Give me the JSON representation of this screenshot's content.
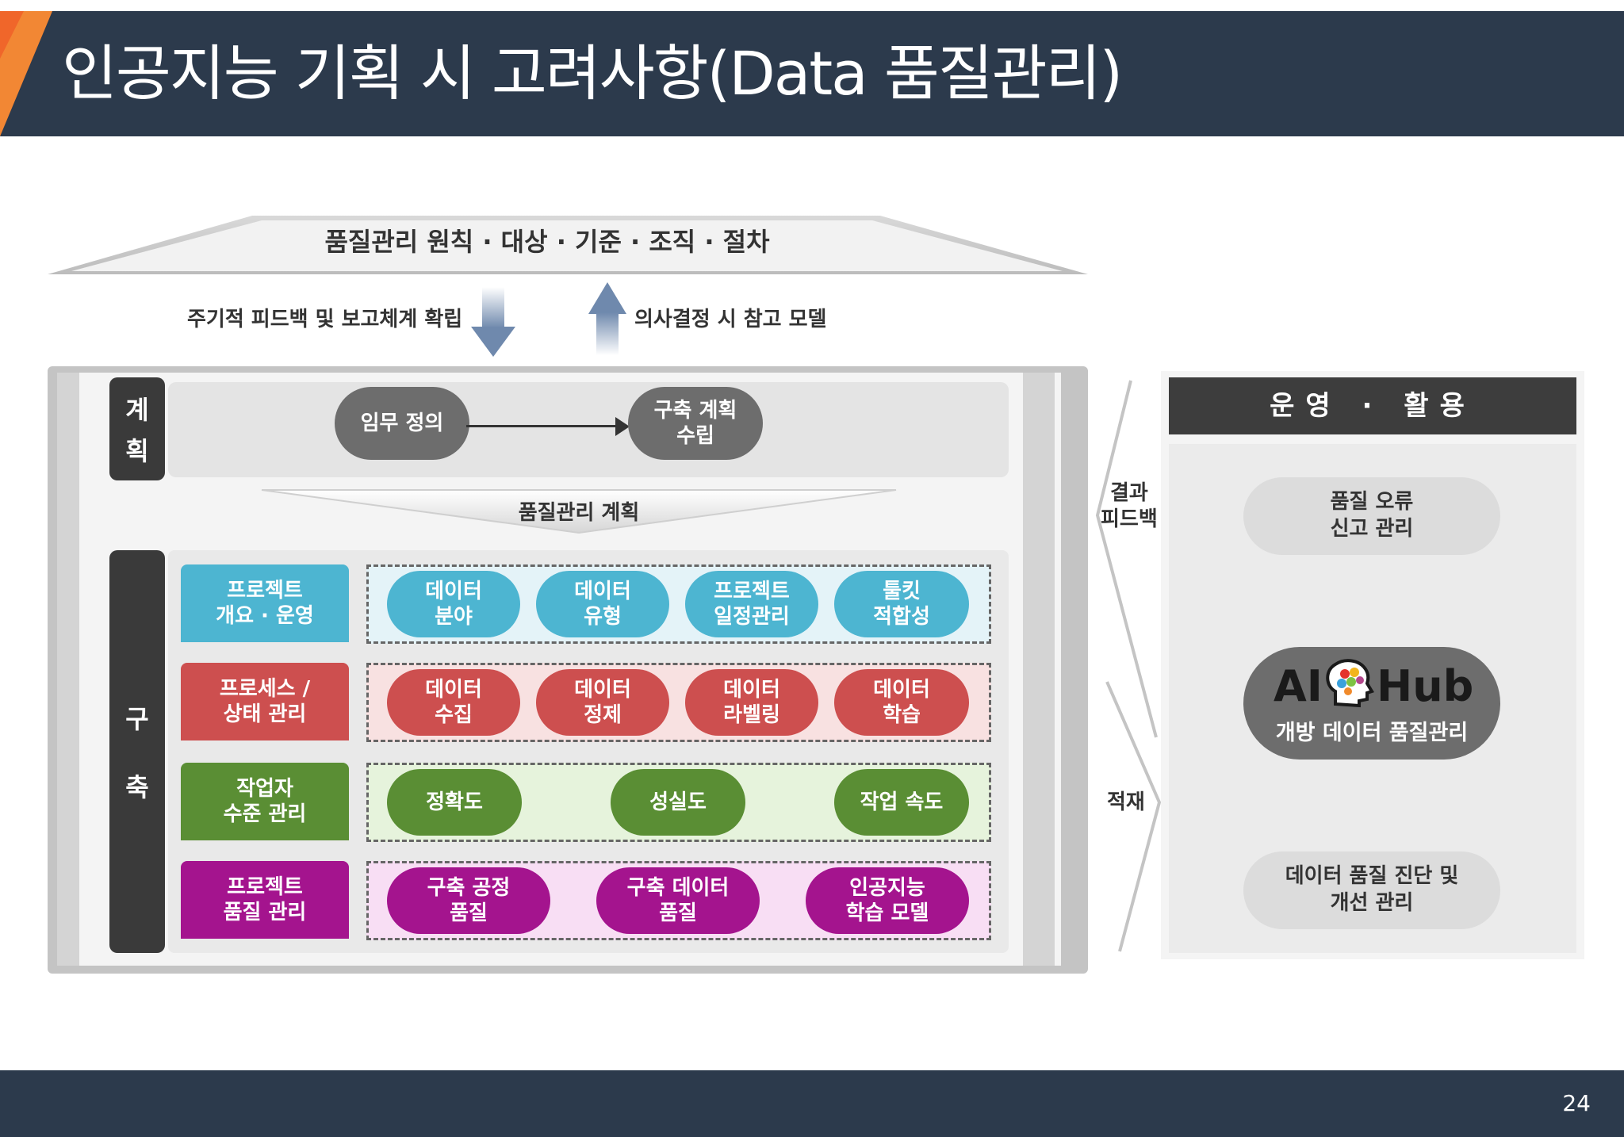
{
  "header": {
    "title": "인공지능 기획 시 고려사항(Data 품질관리)",
    "page_number": "24"
  },
  "colors": {
    "header_bg": "#2c3a4c",
    "accent_orange": "#f0662a",
    "gray_pill": "#6d6d6d",
    "blue": "#4db5d1",
    "red": "#cd4f4f",
    "green": "#5a8e34",
    "magenta": "#a4148e"
  },
  "diagram": {
    "roof": "품질관리 원칙 · 대상 · 기준 · 조직 · 절차",
    "down_arrow_label": "주기적 피드백 및 보고체계 확립",
    "up_arrow_label": "의사결정 시 참고 모델",
    "plan_tab": [
      "계",
      "획"
    ],
    "plan_steps": [
      {
        "line1": "임무 정의",
        "line2": ""
      },
      {
        "line1": "구축 계획",
        "line2": "수립"
      }
    ],
    "quality_plan_label": "품질관리 계획",
    "build_tab": [
      "구",
      "축"
    ],
    "rows": [
      {
        "label_line1": "프로젝트",
        "label_line2": "개요 · 운영",
        "items": [
          {
            "line1": "데이터",
            "line2": "분야"
          },
          {
            "line1": "데이터",
            "line2": "유형"
          },
          {
            "line1": "프로젝트",
            "line2": "일정관리"
          },
          {
            "line1": "툴킷",
            "line2": "적합성"
          }
        ]
      },
      {
        "label_line1": "프로세스 /",
        "label_line2": "상태 관리",
        "items": [
          {
            "line1": "데이터",
            "line2": "수집"
          },
          {
            "line1": "데이터",
            "line2": "정제"
          },
          {
            "line1": "데이터",
            "line2": "라벨링"
          },
          {
            "line1": "데이터",
            "line2": "학습"
          }
        ]
      },
      {
        "label_line1": "작업자",
        "label_line2": "수준 관리",
        "items": [
          {
            "line1": "정확도",
            "line2": ""
          },
          {
            "line1": "성실도",
            "line2": ""
          },
          {
            "line1": "작업 속도",
            "line2": ""
          }
        ]
      },
      {
        "label_line1": "프로젝트",
        "label_line2": "품질 관리",
        "items": [
          {
            "line1": "구축 공정",
            "line2": "품질"
          },
          {
            "line1": "구축 데이터",
            "line2": "품질"
          },
          {
            "line1": "인공지능",
            "line2": "학습 모델"
          }
        ]
      }
    ],
    "result_feedback": [
      "결과",
      "피드백"
    ],
    "accumulate": "적재",
    "operations": {
      "title": "운영 · 활용",
      "top_box": {
        "line1": "품질 오류",
        "line2": "신고 관리"
      },
      "hub_left": "AI",
      "hub_right": "Hub",
      "hub_subtitle": "개방 데이터 품질관리",
      "bottom_box": {
        "line1": "데이터 품질 진단 및",
        "line2": "개선 관리"
      }
    }
  }
}
